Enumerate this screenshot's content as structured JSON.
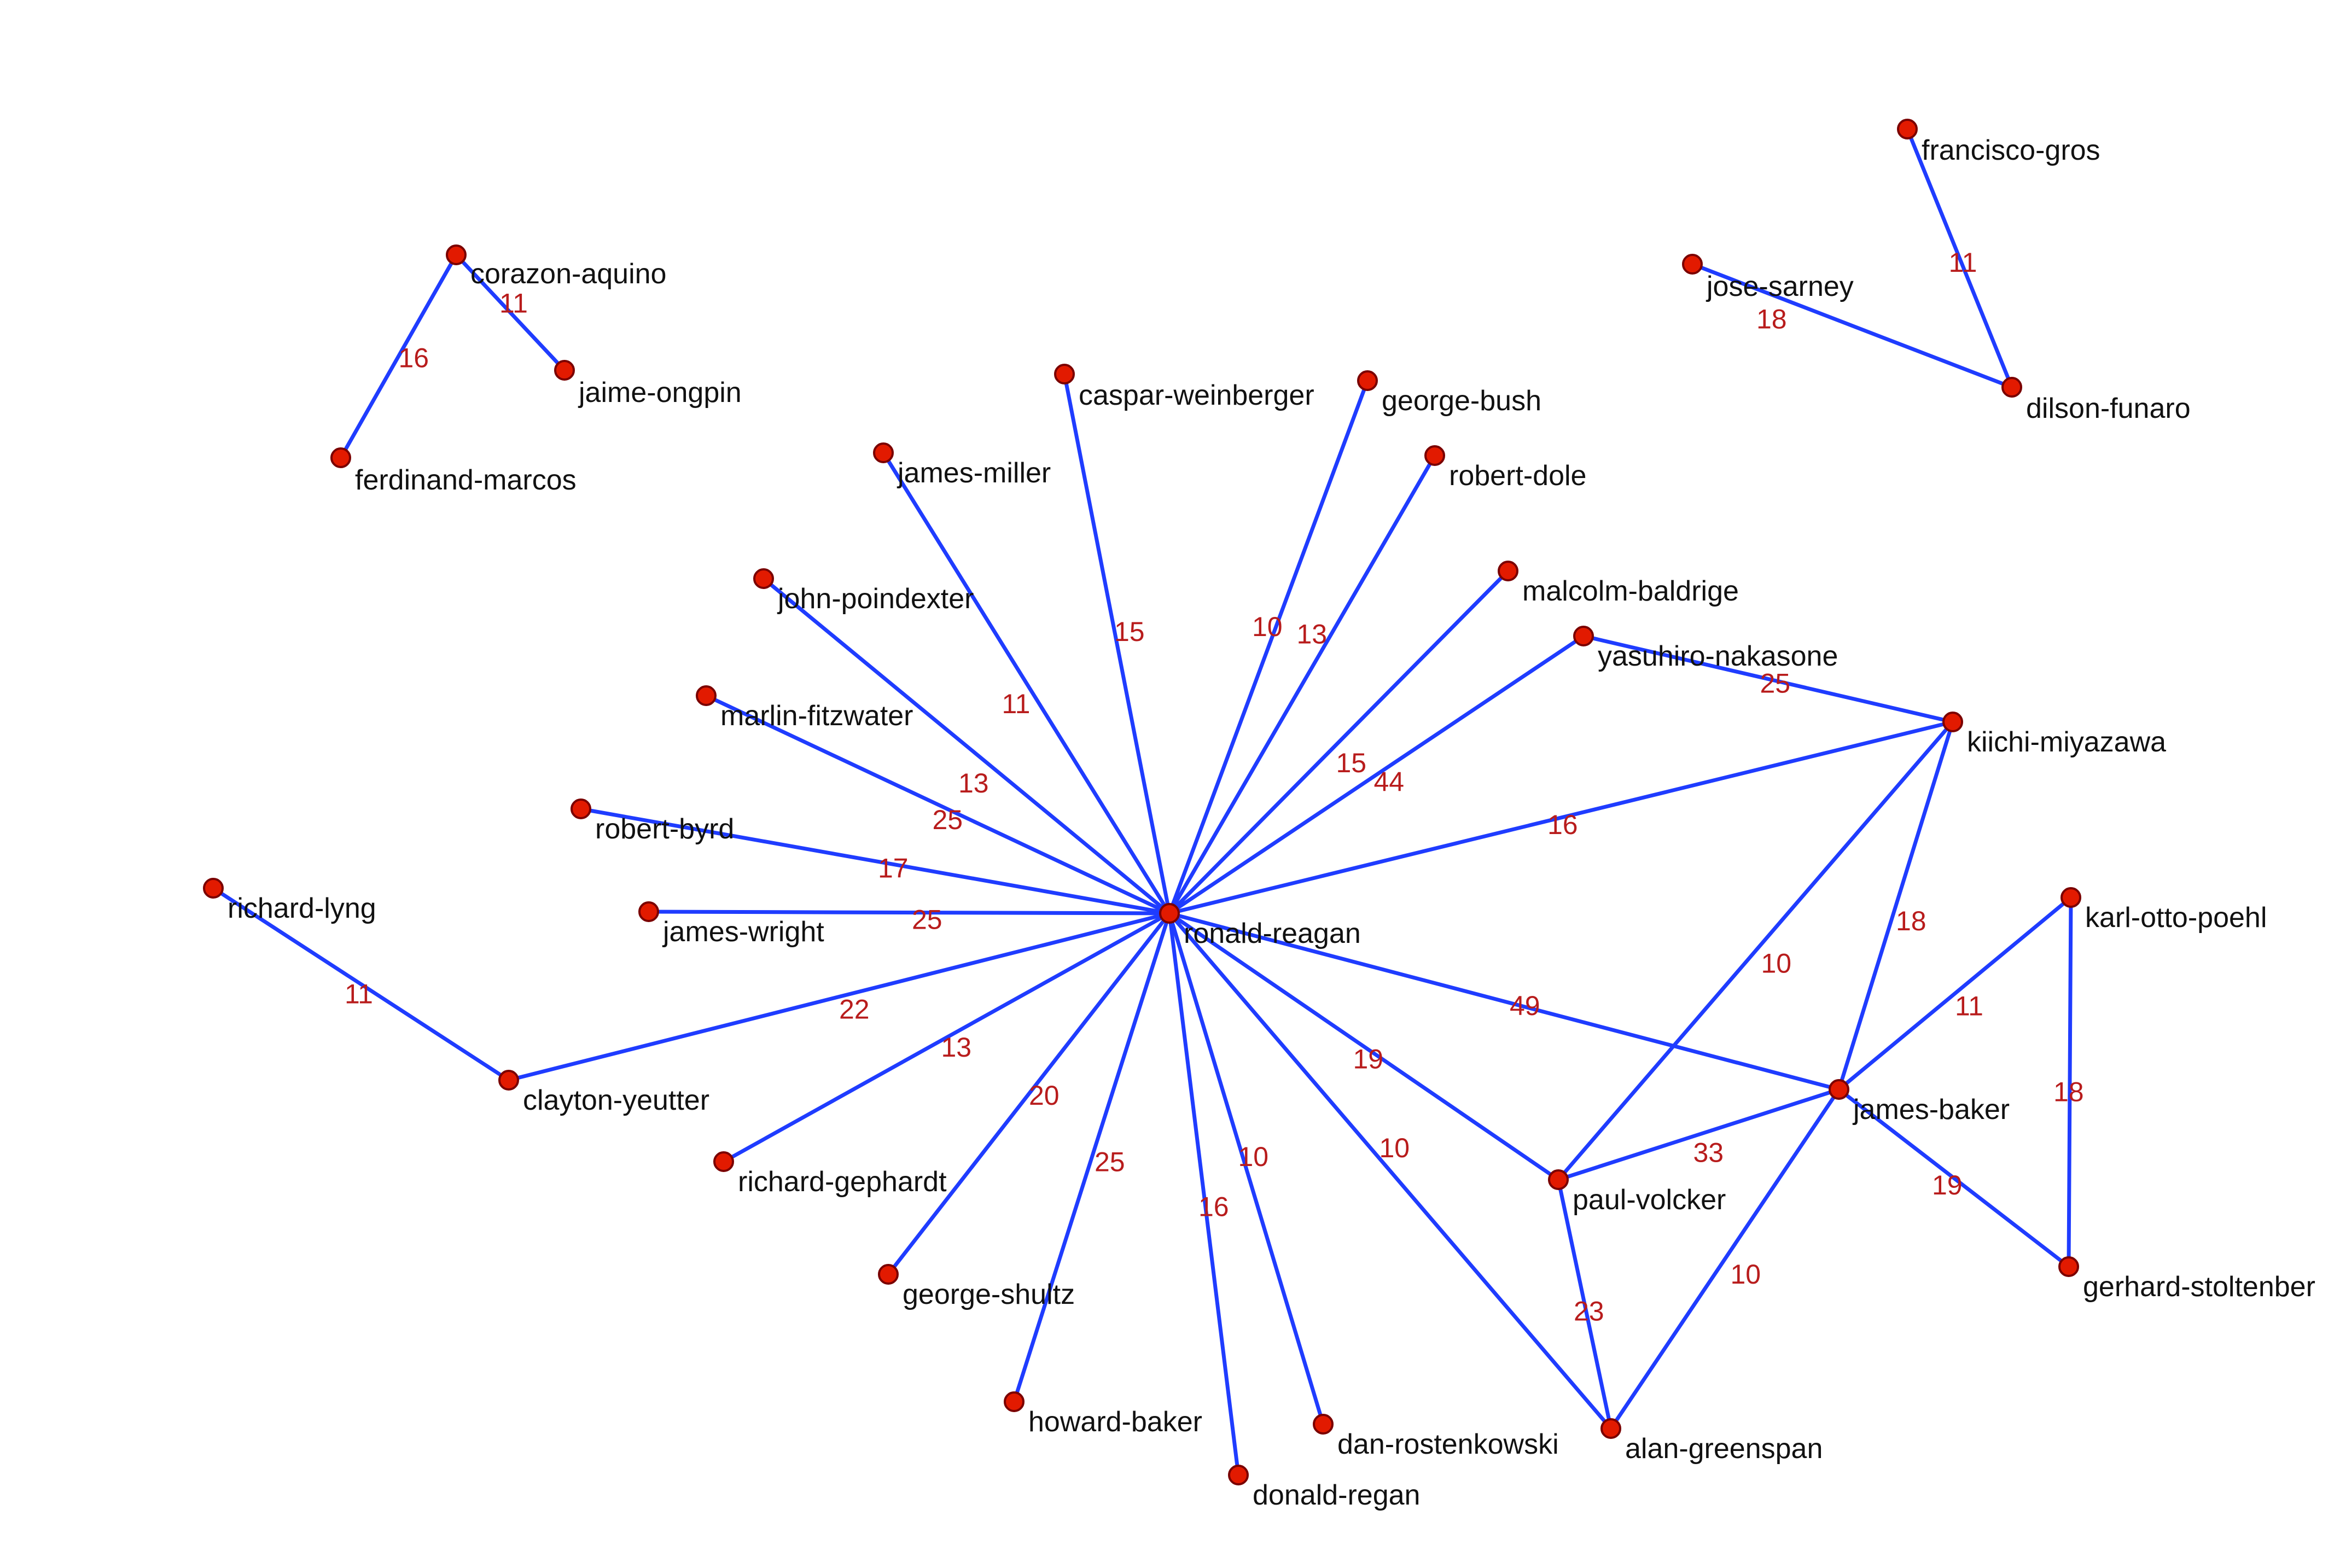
{
  "colors": {
    "edge": "#1f3cff",
    "node": "#e21a00",
    "weight_label": "#b81c1c",
    "node_label": "#111111",
    "background": "#ffffff"
  },
  "graph": {
    "nodes": [
      {
        "id": "ronald-reagan",
        "label": "ronald-reagan"
      },
      {
        "id": "corazon-aquino",
        "label": "corazon-aquino"
      },
      {
        "id": "jaime-ongpin",
        "label": "jaime-ongpin"
      },
      {
        "id": "ferdinand-marcos",
        "label": "ferdinand-marcos"
      },
      {
        "id": "francisco-gros",
        "label": "francisco-gros"
      },
      {
        "id": "jose-sarney",
        "label": "jose-sarney"
      },
      {
        "id": "dilson-funaro",
        "label": "dilson-funaro"
      },
      {
        "id": "caspar-weinberger",
        "label": "caspar-weinberger"
      },
      {
        "id": "george-bush",
        "label": "george-bush"
      },
      {
        "id": "robert-dole",
        "label": "robert-dole"
      },
      {
        "id": "james-miller",
        "label": "james-miller"
      },
      {
        "id": "john-poindexter",
        "label": "john-poindexter"
      },
      {
        "id": "malcolm-baldrige",
        "label": "malcolm-baldrige"
      },
      {
        "id": "yasuhiro-nakasone",
        "label": "yasuhiro-nakasone"
      },
      {
        "id": "marlin-fitzwater",
        "label": "marlin-fitzwater"
      },
      {
        "id": "kiichi-miyazawa",
        "label": "kiichi-miyazawa"
      },
      {
        "id": "robert-byrd",
        "label": "robert-byrd"
      },
      {
        "id": "richard-lyng",
        "label": "richard-lyng"
      },
      {
        "id": "james-wright",
        "label": "james-wright"
      },
      {
        "id": "karl-otto-poehl",
        "label": "karl-otto-poehl"
      },
      {
        "id": "clayton-yeutter",
        "label": "clayton-yeutter"
      },
      {
        "id": "james-baker",
        "label": "james-baker"
      },
      {
        "id": "richard-gephardt",
        "label": "richard-gephardt"
      },
      {
        "id": "paul-volcker",
        "label": "paul-volcker"
      },
      {
        "id": "gerhard-stoltenberg",
        "label": "gerhard-stoltenber"
      },
      {
        "id": "george-shultz",
        "label": "george-shultz"
      },
      {
        "id": "howard-baker",
        "label": "howard-baker"
      },
      {
        "id": "dan-rostenkowski",
        "label": "dan-rostenkowski"
      },
      {
        "id": "alan-greenspan",
        "label": "alan-greenspan"
      },
      {
        "id": "donald-regan",
        "label": "donald-regan"
      }
    ],
    "edges": [
      {
        "from": "corazon-aquino",
        "to": "jaime-ongpin",
        "weight": "11"
      },
      {
        "from": "corazon-aquino",
        "to": "ferdinand-marcos",
        "weight": "16"
      },
      {
        "from": "francisco-gros",
        "to": "dilson-funaro",
        "weight": "11"
      },
      {
        "from": "jose-sarney",
        "to": "dilson-funaro",
        "weight": "18"
      },
      {
        "from": "ronald-reagan",
        "to": "caspar-weinberger",
        "weight": "15"
      },
      {
        "from": "ronald-reagan",
        "to": "george-bush",
        "weight": "10"
      },
      {
        "from": "ronald-reagan",
        "to": "robert-dole",
        "weight": "13"
      },
      {
        "from": "ronald-reagan",
        "to": "james-miller",
        "weight": "11"
      },
      {
        "from": "ronald-reagan",
        "to": "john-poindexter",
        "weight": "13"
      },
      {
        "from": "ronald-reagan",
        "to": "malcolm-baldrige",
        "weight": "15"
      },
      {
        "from": "ronald-reagan",
        "to": "yasuhiro-nakasone",
        "weight": "44"
      },
      {
        "from": "ronald-reagan",
        "to": "marlin-fitzwater",
        "weight": "25"
      },
      {
        "from": "ronald-reagan",
        "to": "kiichi-miyazawa",
        "weight": "16"
      },
      {
        "from": "ronald-reagan",
        "to": "robert-byrd",
        "weight": "17"
      },
      {
        "from": "ronald-reagan",
        "to": "james-wright",
        "weight": "25"
      },
      {
        "from": "ronald-reagan",
        "to": "clayton-yeutter",
        "weight": "22"
      },
      {
        "from": "ronald-reagan",
        "to": "richard-gephardt",
        "weight": "13"
      },
      {
        "from": "ronald-reagan",
        "to": "george-shultz",
        "weight": "20"
      },
      {
        "from": "ronald-reagan",
        "to": "howard-baker",
        "weight": "25"
      },
      {
        "from": "ronald-reagan",
        "to": "donald-regan",
        "weight": "16"
      },
      {
        "from": "ronald-reagan",
        "to": "dan-rostenkowski",
        "weight": "10"
      },
      {
        "from": "ronald-reagan",
        "to": "alan-greenspan",
        "weight": "10"
      },
      {
        "from": "ronald-reagan",
        "to": "paul-volcker",
        "weight": "19"
      },
      {
        "from": "ronald-reagan",
        "to": "james-baker",
        "weight": "49"
      },
      {
        "from": "yasuhiro-nakasone",
        "to": "kiichi-miyazawa",
        "weight": "25"
      },
      {
        "from": "kiichi-miyazawa",
        "to": "paul-volcker",
        "weight": "10"
      },
      {
        "from": "kiichi-miyazawa",
        "to": "james-baker",
        "weight": "18"
      },
      {
        "from": "richard-lyng",
        "to": "clayton-yeutter",
        "weight": "11"
      },
      {
        "from": "karl-otto-poehl",
        "to": "james-baker",
        "weight": "11"
      },
      {
        "from": "karl-otto-poehl",
        "to": "gerhard-stoltenberg",
        "weight": "18"
      },
      {
        "from": "james-baker",
        "to": "paul-volcker",
        "weight": "33"
      },
      {
        "from": "james-baker",
        "to": "gerhard-stoltenberg",
        "weight": "19"
      },
      {
        "from": "james-baker",
        "to": "alan-greenspan",
        "weight": "10"
      },
      {
        "from": "paul-volcker",
        "to": "alan-greenspan",
        "weight": "23"
      }
    ]
  }
}
